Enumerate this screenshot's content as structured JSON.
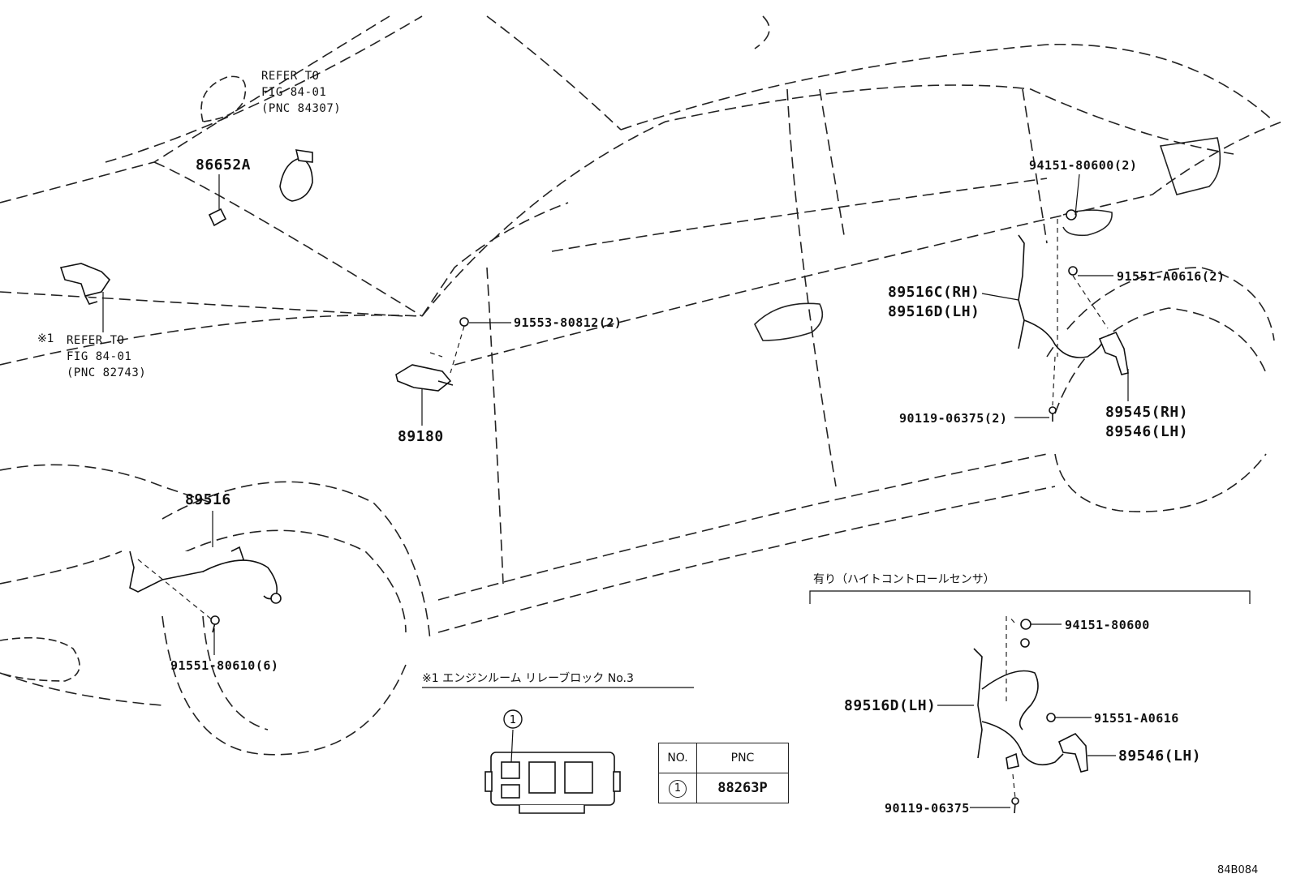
{
  "labels": {
    "refer_top_1": "REFER TO",
    "refer_top_2": "FIG 84-01",
    "refer_top_3": "(PNC 84307)",
    "part_86652a": "86652A",
    "refer_left_mark": "※1",
    "refer_left_1": "REFER TO",
    "refer_left_2": "FIG 84-01",
    "refer_left_3": "(PNC 82743)",
    "part_91553": "91553-80812(2)",
    "part_89180": "89180",
    "part_89516": "89516",
    "part_91551_80610": "91551-80610(6)",
    "part_94151_2": "94151-80600(2)",
    "part_89516c": "89516C(RH)",
    "part_89516d": "89516D(LH)",
    "part_91551_a0616_2": "91551-A0616(2)",
    "part_89545": "89545(RH)",
    "part_89546": "89546(LH)",
    "part_90119_2": "90119-06375(2)",
    "inset_title": "有り（ハイトコントロールセンサ）",
    "inset_94151": "94151-80600",
    "inset_89516d": "89516D(LH)",
    "inset_91551": "91551-A0616",
    "inset_89546": "89546(LH)",
    "inset_90119": "90119-06375",
    "relay_title": "※1 エンジンルーム リレーブロック No.3",
    "relay_callout": "1",
    "figure_id": "84B084"
  },
  "table": {
    "col_no": "NO.",
    "col_pnc": "PNC",
    "row_no": "1",
    "row_pnc": "88263P"
  }
}
